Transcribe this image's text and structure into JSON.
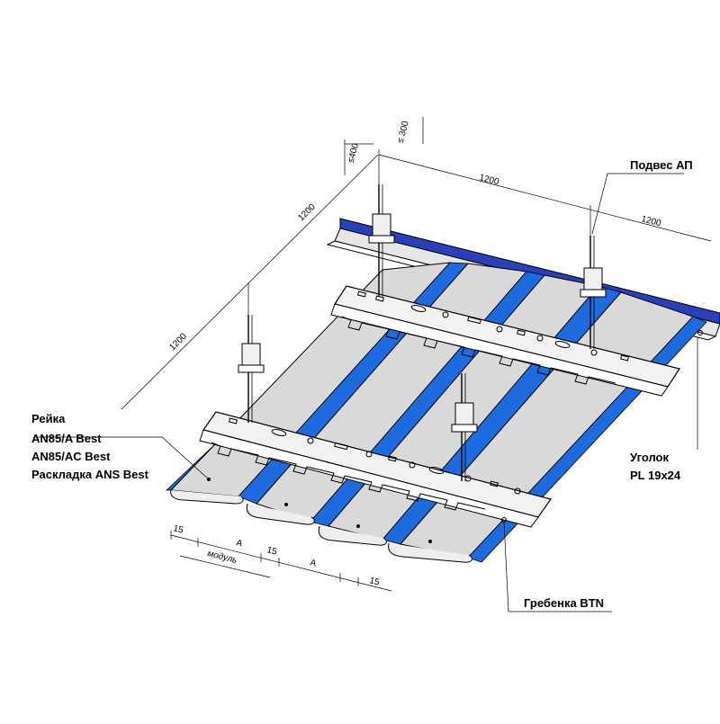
{
  "labels": {
    "podves": "Подвес АП",
    "reika_1": "Рейка",
    "reika_2": "AN85/A Best",
    "reika_3": "AN85/AC Best",
    "reika_4": "Раскладка ANS Best",
    "ugolok_1": "Уголок",
    "ugolok_2": "PL 19x24",
    "grebenka": "Гребенка BTN"
  },
  "dimensions": {
    "d400": "≤400",
    "d300": "≤ 300",
    "top_1200_a": "1200",
    "top_1200_b": "1200",
    "left_1200_a": "1200",
    "left_1200_b": "1200",
    "bot_15_a": "15",
    "bot_A_a": "A",
    "bot_15_b": "15",
    "bot_A_b": "A",
    "bot_15_c": "15",
    "bot_modul": "модуль"
  },
  "colors": {
    "panel": "#d9d9d9",
    "inlay": "#1e6be0",
    "wall_angle": "#2b3fb8",
    "metal": "#f2f2f2",
    "line": "#000000"
  }
}
